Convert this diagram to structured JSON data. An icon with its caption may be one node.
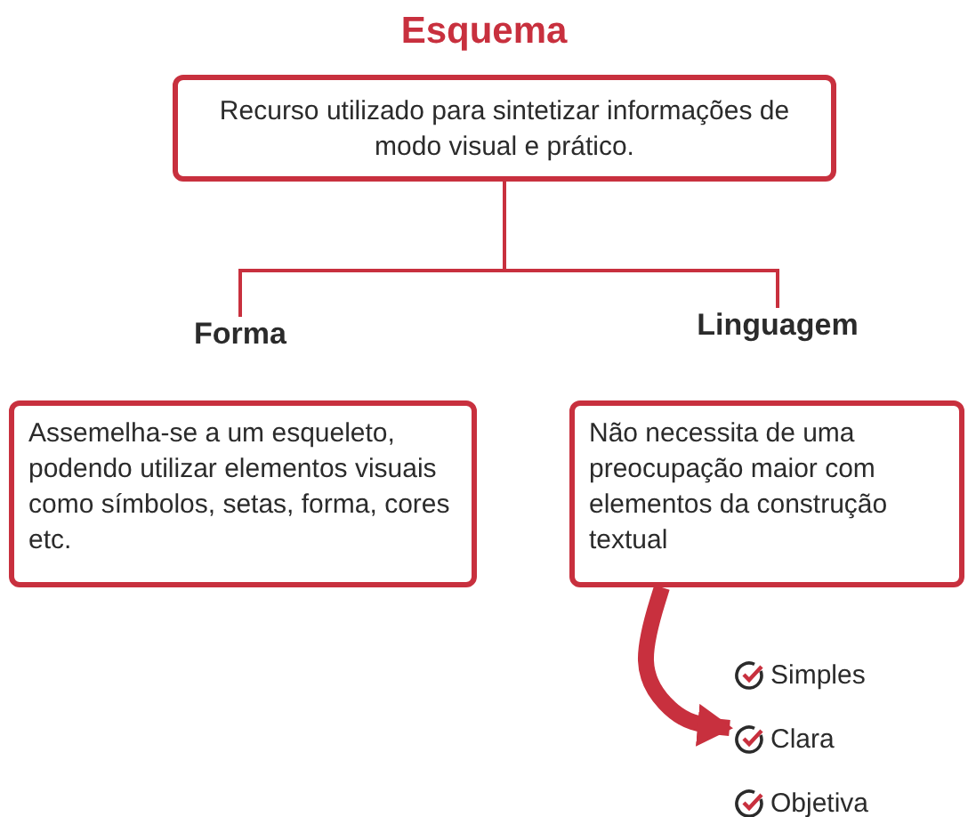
{
  "diagram": {
    "title": "Esquema",
    "nodes": [
      {
        "text": [
          "Recurso utilizado para sintetizar informações de modo visual e prático."
        ]
      },
      {
        "text": [
          "Forma",
          "Assemelha-se a um esqueleto, podendo utilizar elementos visuais como símbolos, setas, forma, cores etc."
        ]
      },
      {
        "text": [
          "Linguagem",
          "Não necessita de uma preocupação maior com elementos da construção textual"
        ]
      },
      {
        "text": [
          "Simples",
          "Clara",
          "Objetiva"
        ]
      }
    ],
    "edges": [
      {
        "from": 0,
        "to": 1,
        "arrow": "none"
      },
      {
        "from": 0,
        "to": 2,
        "arrow": "none"
      },
      {
        "from": 2,
        "to": 3,
        "arrow": "to",
        "style": "thick"
      }
    ]
  }
}
